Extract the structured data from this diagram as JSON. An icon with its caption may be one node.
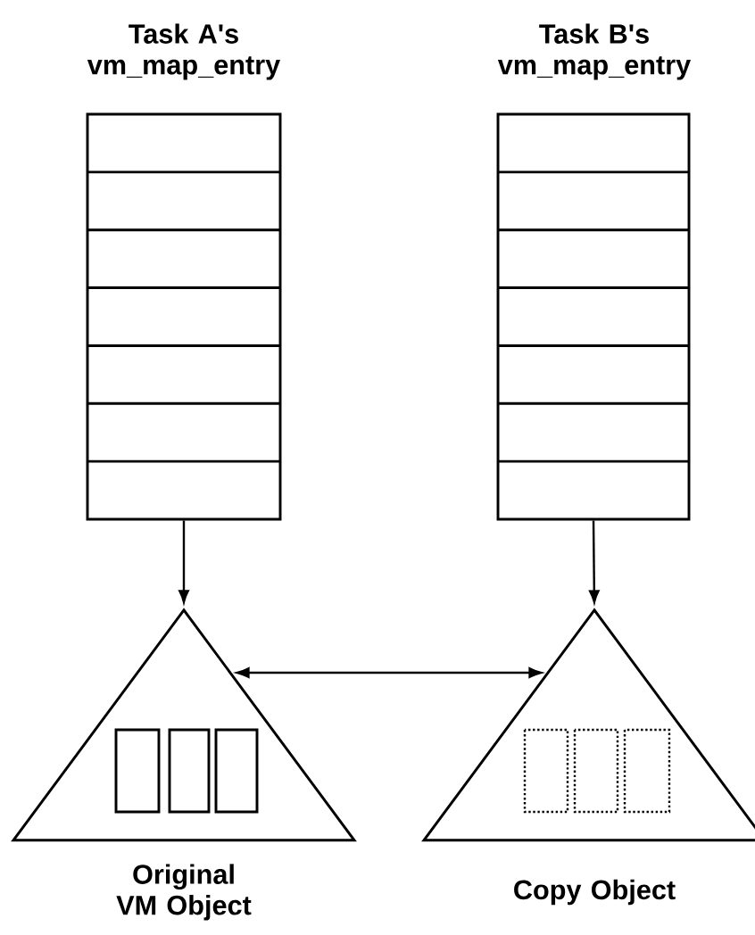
{
  "diagram": {
    "nodes": [
      {
        "text": [
          "Task A's vm_map_entry"
        ]
      },
      {
        "text": [
          "Task B's vm_map_entry"
        ]
      },
      {
        "text": [
          "Original VM Object"
        ]
      },
      {
        "text": [
          "Copy Object"
        ]
      }
    ],
    "edges": [
      {
        "from": 0,
        "to": 2,
        "arrow": "to"
      },
      {
        "from": 1,
        "to": 3,
        "arrow": "to"
      },
      {
        "from": 2,
        "to": 3,
        "arrow": "both"
      }
    ]
  }
}
